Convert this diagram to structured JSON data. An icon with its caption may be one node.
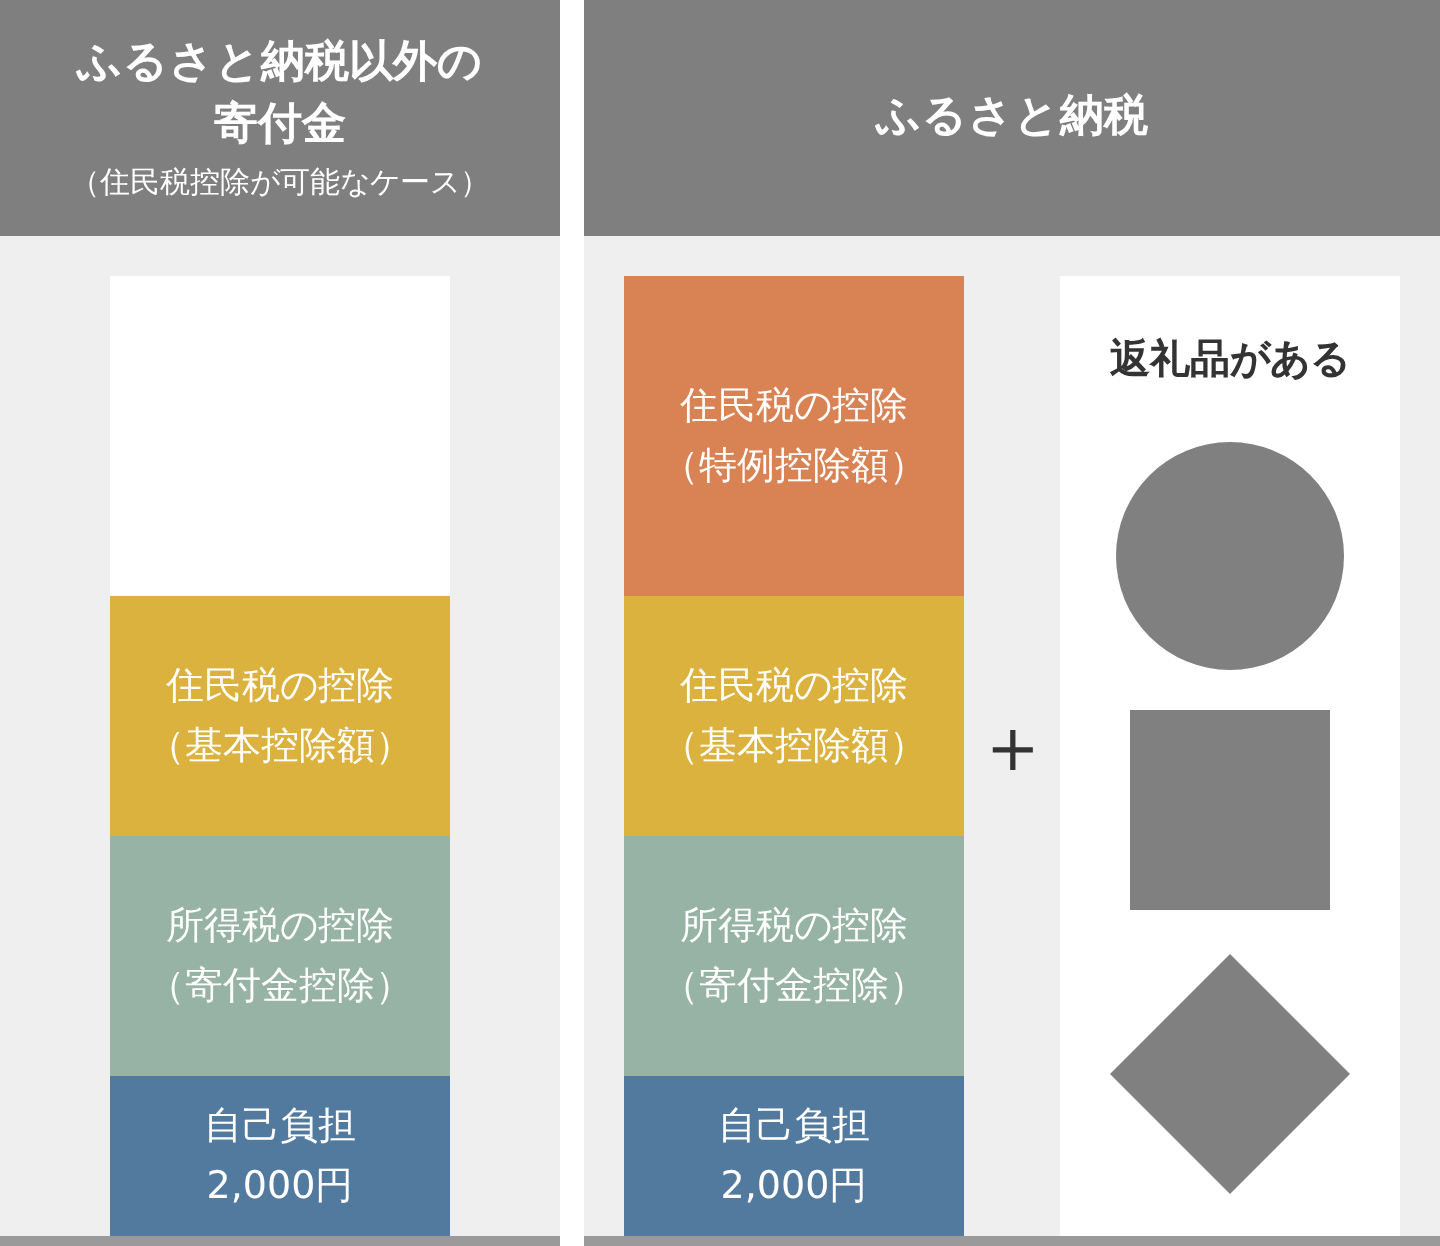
{
  "diagram": {
    "nodes": [
      {
        "text": [
          "ふるさと納税以外の寄付金",
          "（住民税控除が可能なケース）"
        ]
      },
      {
        "text": [
          "ふるさと納税"
        ]
      },
      {
        "text": [],
        "shape": "box"
      },
      {
        "text": [
          "住民税の控除（基本控除額）"
        ]
      },
      {
        "text": [
          "所得税の控除（寄付金控除）"
        ]
      },
      {
        "text": [
          "自己負担2,000円"
        ]
      },
      {
        "text": [
          "住民税の控除（特例控除額）"
        ]
      },
      {
        "text": [
          "住民税の控除（基本控除額）"
        ]
      },
      {
        "text": [
          "所得税の控除（寄付金控除）"
        ]
      },
      {
        "text": [
          "自己負担2,000円"
        ]
      },
      {
        "text": [
          "返礼品がある"
        ]
      },
      {
        "text": [],
        "shape": "circle",
        "in": 10
      },
      {
        "text": [],
        "shape": "box",
        "in": 10
      },
      {
        "text": [],
        "shape": "diamond",
        "in": 10
      }
    ],
    "labels": [
      "+"
    ]
  }
}
